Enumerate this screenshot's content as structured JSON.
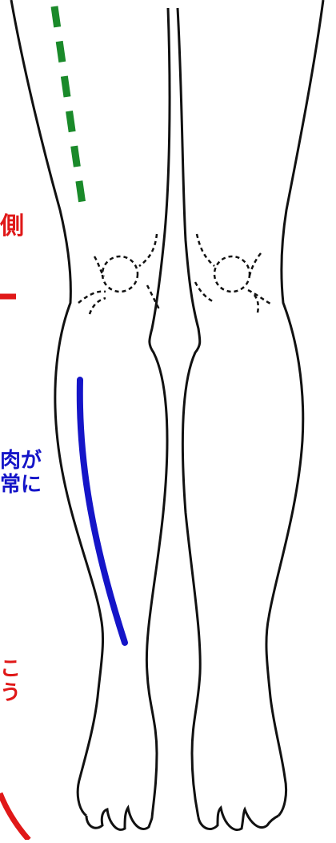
{
  "annotations": {
    "red_side_text": "側",
    "blue_line1": "肉が",
    "blue_line2": "常に",
    "red_low_line1": "こ",
    "red_low_line2": "う"
  },
  "colors": {
    "outline": "#111111",
    "green_marker": "#1a8a2a",
    "blue_marker": "#1515c8",
    "red_marker": "#e01818"
  }
}
